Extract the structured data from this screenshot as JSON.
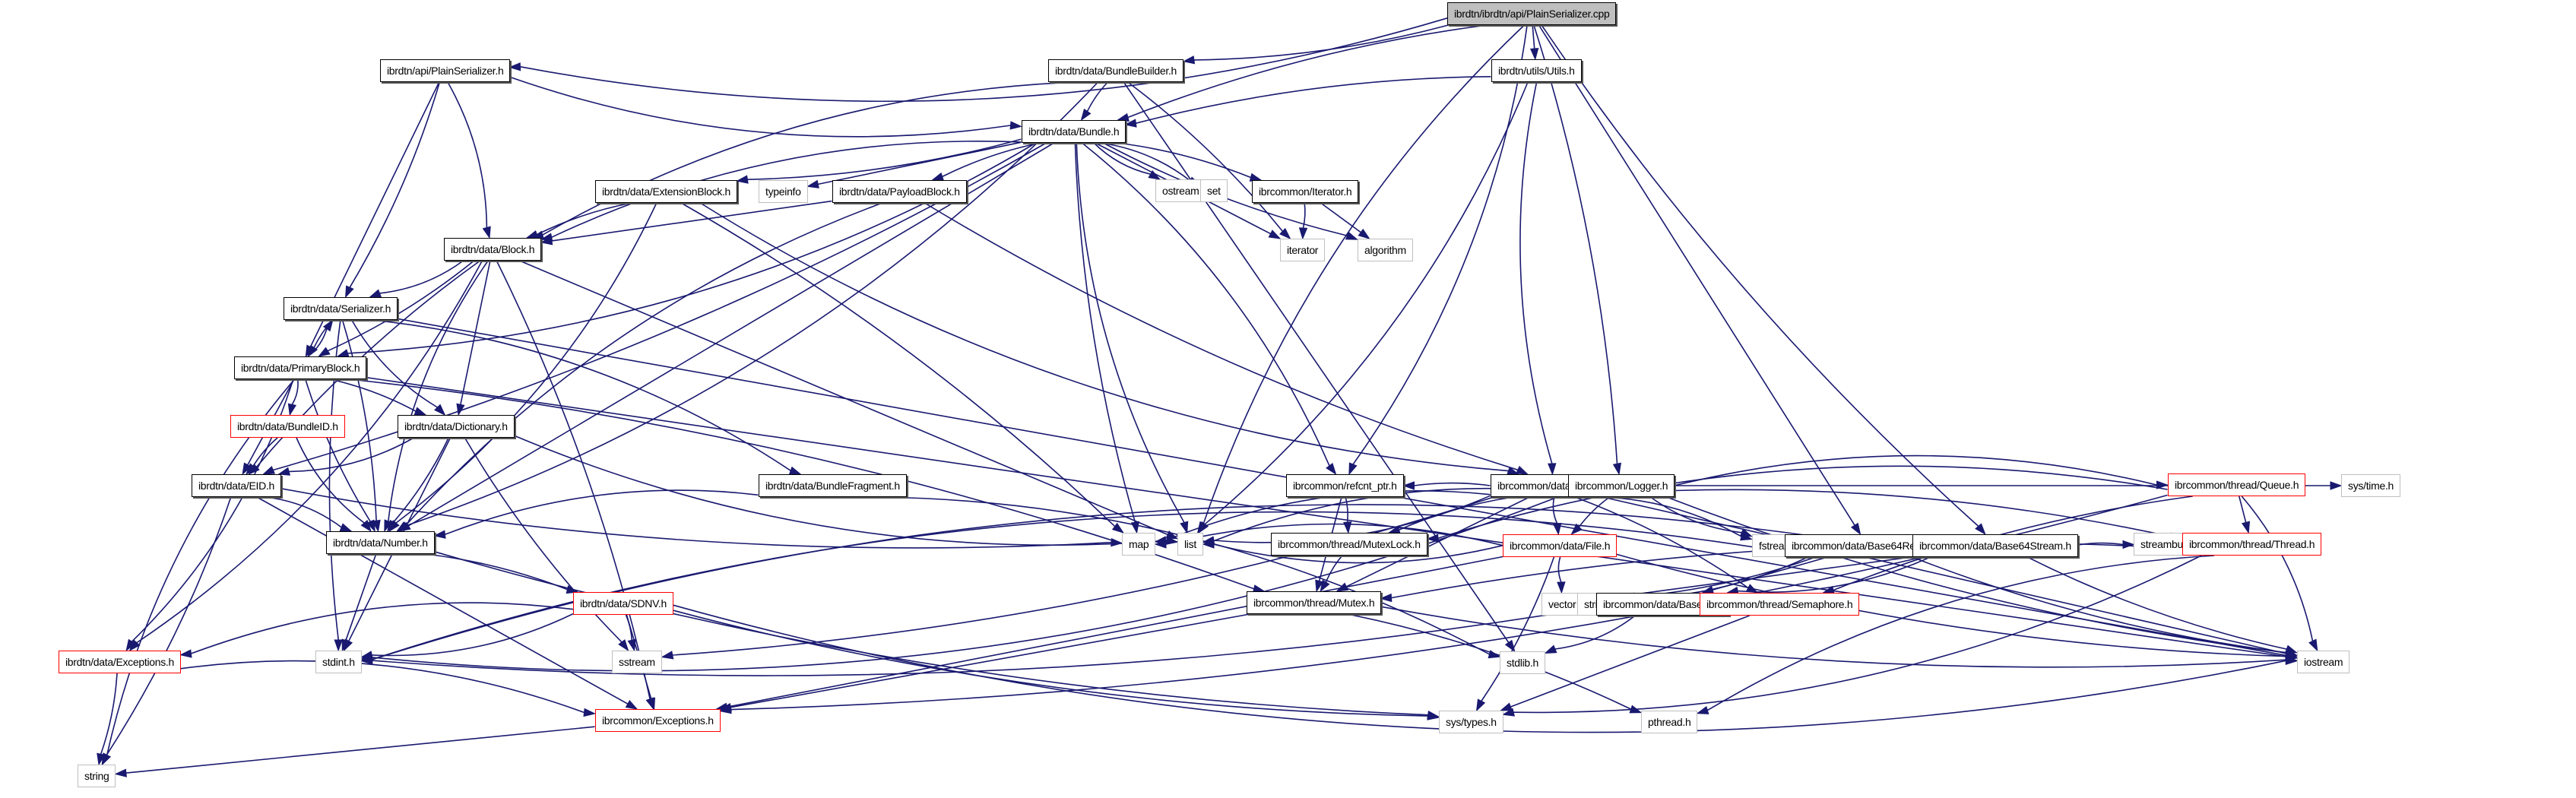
{
  "title": "ibrdtn/ibrdtn/api/PlainSerializer.cpp include dependency graph",
  "colors": {
    "edge": "#191970",
    "root_fill": "#bfbfbf",
    "local_border": "#000000",
    "truncated_border": "#ff0000",
    "system_border": "#bfbfbf"
  },
  "legend": {
    "root": "file being documented (grey fill)",
    "local": "project header (black border)",
    "truncated": "header with truncated graph (red border)",
    "system": "system / standard header (grey border)"
  },
  "nodes": [
    {
      "id": "root",
      "label": "ibrdtn/ibrdtn/api/PlainSerializer.cpp",
      "kind": "root"
    },
    {
      "id": "PlainSerializer_h",
      "label": "ibrdtn/api/PlainSerializer.h",
      "kind": "local"
    },
    {
      "id": "BundleBuilder_h",
      "label": "ibrdtn/data/BundleBuilder.h",
      "kind": "local"
    },
    {
      "id": "Utils_h",
      "label": "ibrdtn/utils/Utils.h",
      "kind": "local"
    },
    {
      "id": "Bundle_h",
      "label": "ibrdtn/data/Bundle.h",
      "kind": "local"
    },
    {
      "id": "ExtensionBlock_h",
      "label": "ibrdtn/data/ExtensionBlock.h",
      "kind": "local"
    },
    {
      "id": "typeinfo",
      "label": "typeinfo",
      "kind": "sys"
    },
    {
      "id": "PayloadBlock_h",
      "label": "ibrdtn/data/PayloadBlock.h",
      "kind": "local"
    },
    {
      "id": "ostream",
      "label": "ostream",
      "kind": "sys"
    },
    {
      "id": "set",
      "label": "set",
      "kind": "sys"
    },
    {
      "id": "Iterator_h",
      "label": "ibrcommon/Iterator.h",
      "kind": "local"
    },
    {
      "id": "iterator",
      "label": "iterator",
      "kind": "sys"
    },
    {
      "id": "algorithm",
      "label": "algorithm",
      "kind": "sys"
    },
    {
      "id": "Block_h",
      "label": "ibrdtn/data/Block.h",
      "kind": "local"
    },
    {
      "id": "Serializer_h",
      "label": "ibrdtn/data/Serializer.h",
      "kind": "local"
    },
    {
      "id": "PrimaryBlock_h",
      "label": "ibrdtn/data/PrimaryBlock.h",
      "kind": "local"
    },
    {
      "id": "BundleID_h",
      "label": "ibrdtn/data/BundleID.h",
      "kind": "trunc"
    },
    {
      "id": "Dictionary_h",
      "label": "ibrdtn/data/Dictionary.h",
      "kind": "local"
    },
    {
      "id": "EID_h",
      "label": "ibrdtn/data/EID.h",
      "kind": "local"
    },
    {
      "id": "BundleFragment_h",
      "label": "ibrdtn/data/BundleFragment.h",
      "kind": "local"
    },
    {
      "id": "Number_h",
      "label": "ibrdtn/data/Number.h",
      "kind": "local"
    },
    {
      "id": "map",
      "label": "map",
      "kind": "sys"
    },
    {
      "id": "list",
      "label": "list",
      "kind": "sys"
    },
    {
      "id": "BLOB_h",
      "label": "ibrcommon/data/BLOB.h",
      "kind": "local"
    },
    {
      "id": "Logger_h",
      "label": "ibrcommon/Logger.h",
      "kind": "local"
    },
    {
      "id": "refcnt_ptr_h",
      "label": "ibrcommon/refcnt_ptr.h",
      "kind": "local"
    },
    {
      "id": "File_h",
      "label": "ibrcommon/data/File.h",
      "kind": "trunc"
    },
    {
      "id": "fstream",
      "label": "fstream",
      "kind": "sys"
    },
    {
      "id": "Base64Reader_h",
      "label": "ibrcommon/data/Base64Reader.h",
      "kind": "local"
    },
    {
      "id": "Base64Stream_h",
      "label": "ibrcommon/data/Base64Stream.h",
      "kind": "local"
    },
    {
      "id": "Queue_h",
      "label": "ibrcommon/thread/Queue.h",
      "kind": "trunc"
    },
    {
      "id": "systime_h",
      "label": "sys/time.h",
      "kind": "sys"
    },
    {
      "id": "MutexLock_h",
      "label": "ibrcommon/thread/MutexLock.h",
      "kind": "local"
    },
    {
      "id": "vector",
      "label": "vector",
      "kind": "sys"
    },
    {
      "id": "string_h",
      "label": "string.h",
      "kind": "sys"
    },
    {
      "id": "Base64_h",
      "label": "ibrcommon/data/Base64.h",
      "kind": "local"
    },
    {
      "id": "Semaphore_h",
      "label": "ibrcommon/thread/Semaphore.h",
      "kind": "trunc"
    },
    {
      "id": "streambuf",
      "label": "streambuf",
      "kind": "sys"
    },
    {
      "id": "Thread_h",
      "label": "ibrcommon/thread/Thread.h",
      "kind": "trunc"
    },
    {
      "id": "SDNV_h",
      "label": "ibrdtn/data/SDNV.h",
      "kind": "trunc"
    },
    {
      "id": "Mutex_h",
      "label": "ibrcommon/thread/Mutex.h",
      "kind": "local"
    },
    {
      "id": "stdlib_h",
      "label": "stdlib.h",
      "kind": "sys"
    },
    {
      "id": "DataExceptions_h",
      "label": "ibrdtn/data/Exceptions.h",
      "kind": "trunc"
    },
    {
      "id": "stdint_h",
      "label": "stdint.h",
      "kind": "sys"
    },
    {
      "id": "sstream",
      "label": "sstream",
      "kind": "sys"
    },
    {
      "id": "systypes_h",
      "label": "sys/types.h",
      "kind": "sys"
    },
    {
      "id": "pthread_h",
      "label": "pthread.h",
      "kind": "sys"
    },
    {
      "id": "iostream",
      "label": "iostream",
      "kind": "sys"
    },
    {
      "id": "CommonExceptions_h",
      "label": "ibrcommon/Exceptions.h",
      "kind": "trunc"
    },
    {
      "id": "string",
      "label": "string",
      "kind": "sys"
    }
  ],
  "edges": [
    [
      "root",
      "PlainSerializer_h"
    ],
    [
      "root",
      "BundleBuilder_h"
    ],
    [
      "root",
      "Utils_h"
    ],
    [
      "root",
      "Bundle_h"
    ],
    [
      "root",
      "list"
    ],
    [
      "root",
      "refcnt_ptr_h"
    ],
    [
      "root",
      "Logger_h"
    ],
    [
      "root",
      "Base64Reader_h"
    ],
    [
      "root",
      "Base64Stream_h"
    ],
    [
      "PlainSerializer_h",
      "Bundle_h"
    ],
    [
      "PlainSerializer_h",
      "Block_h"
    ],
    [
      "PlainSerializer_h",
      "Serializer_h"
    ],
    [
      "PlainSerializer_h",
      "PrimaryBlock_h"
    ],
    [
      "BundleBuilder_h",
      "Bundle_h"
    ],
    [
      "BundleBuilder_h",
      "Block_h"
    ],
    [
      "BundleBuilder_h",
      "Number_h"
    ],
    [
      "BundleBuilder_h",
      "iterator"
    ],
    [
      "BundleBuilder_h",
      "stdlib_h"
    ],
    [
      "Utils_h",
      "Bundle_h"
    ],
    [
      "Utils_h",
      "BLOB_h"
    ],
    [
      "Utils_h",
      "list"
    ],
    [
      "Bundle_h",
      "ExtensionBlock_h"
    ],
    [
      "Bundle_h",
      "typeinfo"
    ],
    [
      "Bundle_h",
      "PayloadBlock_h"
    ],
    [
      "Bundle_h",
      "ostream"
    ],
    [
      "Bundle_h",
      "set"
    ],
    [
      "Bundle_h",
      "Iterator_h"
    ],
    [
      "Bundle_h",
      "iterator"
    ],
    [
      "Bundle_h",
      "algorithm"
    ],
    [
      "Bundle_h",
      "Block_h"
    ],
    [
      "Bundle_h",
      "PrimaryBlock_h"
    ],
    [
      "Bundle_h",
      "EID_h"
    ],
    [
      "Bundle_h",
      "Number_h"
    ],
    [
      "Bundle_h",
      "map"
    ],
    [
      "Bundle_h",
      "list"
    ],
    [
      "Bundle_h",
      "refcnt_ptr_h"
    ],
    [
      "Iterator_h",
      "iterator"
    ],
    [
      "Iterator_h",
      "algorithm"
    ],
    [
      "ExtensionBlock_h",
      "Block_h"
    ],
    [
      "ExtensionBlock_h",
      "BLOB_h"
    ],
    [
      "ExtensionBlock_h",
      "Number_h"
    ],
    [
      "ExtensionBlock_h",
      "map"
    ],
    [
      "PayloadBlock_h",
      "Block_h"
    ],
    [
      "PayloadBlock_h",
      "BLOB_h"
    ],
    [
      "PayloadBlock_h",
      "Number_h"
    ],
    [
      "Block_h",
      "Serializer_h"
    ],
    [
      "Block_h",
      "PrimaryBlock_h"
    ],
    [
      "Block_h",
      "Dictionary_h"
    ],
    [
      "Block_h",
      "EID_h"
    ],
    [
      "Block_h",
      "Number_h"
    ],
    [
      "Block_h",
      "DataExceptions_h"
    ],
    [
      "Block_h",
      "CommonExceptions_h"
    ],
    [
      "Block_h",
      "list"
    ],
    [
      "Serializer_h",
      "PrimaryBlock_h"
    ],
    [
      "Serializer_h",
      "Dictionary_h"
    ],
    [
      "Serializer_h",
      "BundleFragment_h"
    ],
    [
      "Serializer_h",
      "Number_h"
    ],
    [
      "Serializer_h",
      "iostream"
    ],
    [
      "Serializer_h",
      "stdint_h"
    ],
    [
      "PrimaryBlock_h",
      "Serializer_h"
    ],
    [
      "PrimaryBlock_h",
      "BundleID_h"
    ],
    [
      "PrimaryBlock_h",
      "Dictionary_h"
    ],
    [
      "PrimaryBlock_h",
      "EID_h"
    ],
    [
      "PrimaryBlock_h",
      "Number_h"
    ],
    [
      "PrimaryBlock_h",
      "string"
    ],
    [
      "PrimaryBlock_h",
      "DataExceptions_h"
    ],
    [
      "PrimaryBlock_h",
      "Mutex_h"
    ],
    [
      "PrimaryBlock_h",
      "iostream"
    ],
    [
      "BundleID_h",
      "EID_h"
    ],
    [
      "BundleID_h",
      "Number_h"
    ],
    [
      "Dictionary_h",
      "EID_h"
    ],
    [
      "Dictionary_h",
      "Number_h"
    ],
    [
      "Dictionary_h",
      "stdint_h"
    ],
    [
      "Dictionary_h",
      "sstream"
    ],
    [
      "Dictionary_h",
      "list"
    ],
    [
      "EID_h",
      "Number_h"
    ],
    [
      "EID_h",
      "string"
    ],
    [
      "EID_h",
      "CommonExceptions_h"
    ],
    [
      "EID_h",
      "map"
    ],
    [
      "BundleFragment_h",
      "Number_h"
    ],
    [
      "BundleFragment_h",
      "stdlib_h"
    ],
    [
      "Number_h",
      "SDNV_h"
    ],
    [
      "Number_h",
      "stdint_h"
    ],
    [
      "Number_h",
      "systypes_h"
    ],
    [
      "SDNV_h",
      "DataExceptions_h"
    ],
    [
      "SDNV_h",
      "stdint_h"
    ],
    [
      "SDNV_h",
      "sstream"
    ],
    [
      "SDNV_h",
      "CommonExceptions_h"
    ],
    [
      "SDNV_h",
      "systypes_h"
    ],
    [
      "SDNV_h",
      "iostream"
    ],
    [
      "DataExceptions_h",
      "CommonExceptions_h"
    ],
    [
      "DataExceptions_h",
      "string"
    ],
    [
      "CommonExceptions_h",
      "string"
    ],
    [
      "BLOB_h",
      "refcnt_ptr_h"
    ],
    [
      "BLOB_h",
      "File_h"
    ],
    [
      "BLOB_h",
      "fstream"
    ],
    [
      "BLOB_h",
      "Semaphore_h"
    ],
    [
      "BLOB_h",
      "Mutex_h"
    ],
    [
      "BLOB_h",
      "MutexLock_h"
    ],
    [
      "BLOB_h",
      "map"
    ],
    [
      "BLOB_h",
      "list"
    ],
    [
      "BLOB_h",
      "sstream"
    ],
    [
      "BLOB_h",
      "iostream"
    ],
    [
      "Logger_h",
      "File_h"
    ],
    [
      "Logger_h",
      "fstream"
    ],
    [
      "Logger_h",
      "Queue_h"
    ],
    [
      "Logger_h",
      "Thread_h"
    ],
    [
      "Logger_h",
      "systime_h"
    ],
    [
      "Logger_h",
      "iostream"
    ],
    [
      "Logger_h",
      "list"
    ],
    [
      "Logger_h",
      "stdint_h"
    ],
    [
      "refcnt_ptr_h",
      "MutexLock_h"
    ],
    [
      "refcnt_ptr_h",
      "Mutex_h"
    ],
    [
      "MutexLock_h",
      "Mutex_h"
    ],
    [
      "File_h",
      "vector"
    ],
    [
      "File_h",
      "list"
    ],
    [
      "File_h",
      "systypes_h"
    ],
    [
      "File_h",
      "CommonExceptions_h"
    ],
    [
      "File_h",
      "iostream"
    ],
    [
      "File_h",
      "map"
    ],
    [
      "Base64Reader_h",
      "vector"
    ],
    [
      "Base64Reader_h",
      "string_h"
    ],
    [
      "Base64Reader_h",
      "Base64_h"
    ],
    [
      "Base64Reader_h",
      "iostream"
    ],
    [
      "Base64Reader_h",
      "stdint_h"
    ],
    [
      "Base64Stream_h",
      "Base64_h"
    ],
    [
      "Base64Stream_h",
      "streambuf"
    ],
    [
      "Base64Stream_h",
      "vector"
    ],
    [
      "Base64Stream_h",
      "iostream"
    ],
    [
      "Base64Stream_h",
      "stdint_h"
    ],
    [
      "Base64_h",
      "stdlib_h"
    ],
    [
      "Base64_h",
      "stdint_h"
    ],
    [
      "Queue_h",
      "Thread_h"
    ],
    [
      "Queue_h",
      "Semaphore_h"
    ],
    [
      "Queue_h",
      "MutexLock_h"
    ],
    [
      "Queue_h",
      "iostream"
    ],
    [
      "Queue_h",
      "CommonExceptions_h"
    ],
    [
      "Semaphore_h",
      "systypes_h"
    ],
    [
      "Thread_h",
      "Mutex_h"
    ],
    [
      "Thread_h",
      "pthread_h"
    ],
    [
      "Thread_h",
      "systypes_h"
    ],
    [
      "Mutex_h",
      "pthread_h"
    ],
    [
      "Mutex_h",
      "CommonExceptions_h"
    ],
    [
      "Mutex_h",
      "iostream"
    ]
  ]
}
